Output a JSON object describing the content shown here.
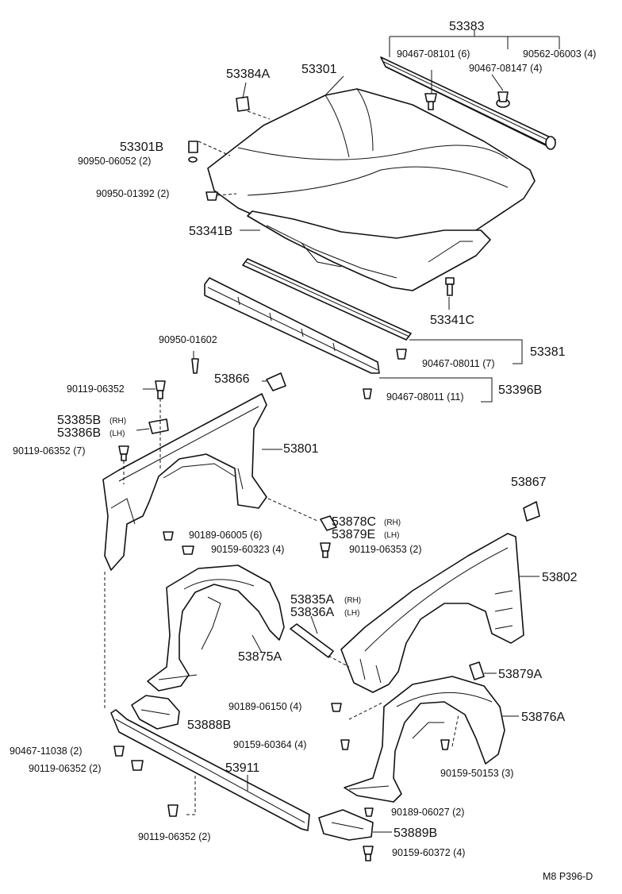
{
  "parts": {
    "p53383": "53383",
    "p90467_08101": "90467-08101 (6)",
    "p90562_06003": "90562-06003 (4)",
    "p90467_08147": "90467-08147 (4)",
    "p53384A": "53384A",
    "p53301": "53301",
    "p53301B": "53301B",
    "p90950_06052": "90950-06052 (2)",
    "p90950_01392": "90950-01392 (2)",
    "p53341B": "53341B",
    "p53341C": "53341C",
    "p90950_01602": "90950-01602",
    "p53381": "53381",
    "p90467_08011_7": "90467-08011 (7)",
    "p53866": "53866",
    "p90119_06352_a": "90119-06352",
    "p53396B": "53396B",
    "p90467_08011_11": "90467-08011 (11)",
    "p53385B": "53385B",
    "p53385B_side": "(RH)",
    "p53386B": "53386B",
    "p53386B_side": "(LH)",
    "p90119_06352_7": "90119-06352 (7)",
    "p53801": "53801",
    "p53867": "53867",
    "p53878C": "53878C",
    "p53878C_side": "(RH)",
    "p53879E": "53879E",
    "p53879E_side": "(LH)",
    "p90189_06005": "90189-06005 (6)",
    "p90159_60323": "90159-60323 (4)",
    "p90119_06353": "90119-06353 (2)",
    "p53802": "53802",
    "p53835A": "53835A",
    "p53835A_side": "(RH)",
    "p53836A": "53836A",
    "p53836A_side": "(LH)",
    "p53875A": "53875A",
    "p53879A": "53879A",
    "p90189_06150": "90189-06150 (4)",
    "p53876A": "53876A",
    "p53888B": "53888B",
    "p90467_11038": "90467-11038 (2)",
    "p90119_06352_2a": "90119-06352 (2)",
    "p90159_60364": "90159-60364 (4)",
    "p90159_50153": "90159-50153 (3)",
    "p53911": "53911",
    "p90189_06027": "90189-06027 (2)",
    "p53889B": "53889B",
    "p90119_06352_2b": "90119-06352 (2)",
    "p90159_60372": "90159-60372 (4)"
  },
  "footer": {
    "code": "M8  P396-D"
  }
}
